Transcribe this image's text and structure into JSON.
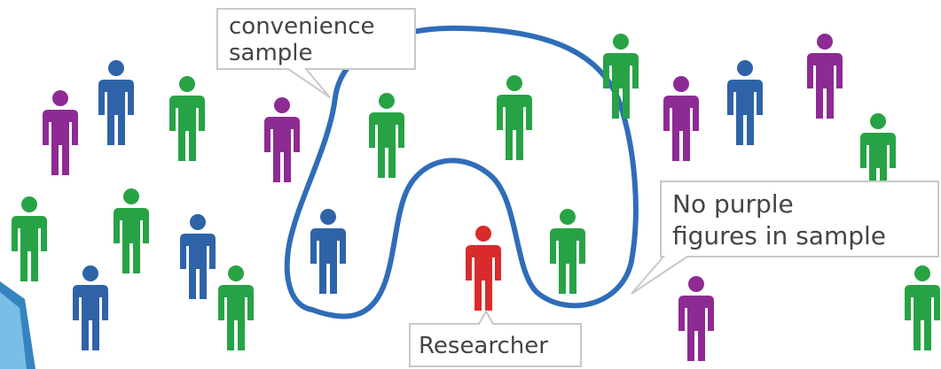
{
  "colors": {
    "purple": "#8e2a94",
    "blue": "#2f63a8",
    "green": "#27a345",
    "red": "#d92b2b",
    "loop": "#2f6db8",
    "callout_border": "#c8c8c8",
    "researcher_text": "#d92b2b",
    "top_blue_strip": "#2c87c4"
  },
  "icons": {
    "person": "person-icon"
  },
  "callouts": {
    "convenience": {
      "line1": "convenience",
      "line2": "sample"
    },
    "no_purple": {
      "line1": "No purple",
      "line2": "figures in sample"
    },
    "researcher": {
      "label": "Researcher"
    }
  },
  "figures": [
    {
      "color": "purple"
    },
    {
      "color": "blue"
    },
    {
      "color": "green"
    },
    {
      "color": "purple"
    },
    {
      "color": "green"
    },
    {
      "color": "green"
    },
    {
      "color": "green"
    },
    {
      "color": "purple"
    },
    {
      "color": "blue"
    },
    {
      "color": "purple"
    },
    {
      "color": "green"
    },
    {
      "color": "green"
    },
    {
      "color": "green"
    },
    {
      "color": "blue"
    },
    {
      "color": "blue"
    },
    {
      "color": "green"
    },
    {
      "color": "blue"
    },
    {
      "color": "red"
    },
    {
      "color": "green"
    },
    {
      "color": "purple"
    },
    {
      "color": "green"
    }
  ]
}
